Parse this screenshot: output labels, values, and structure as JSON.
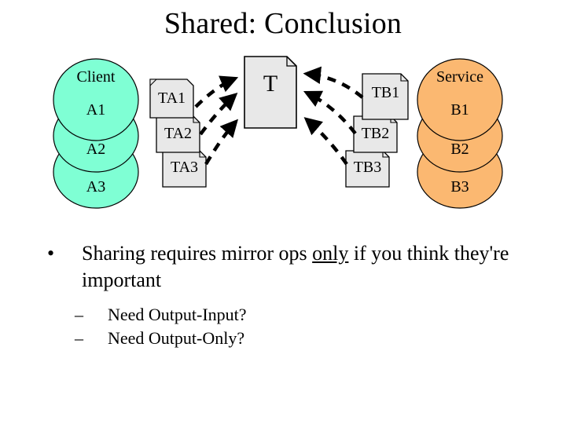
{
  "slide": {
    "title": "Shared: Conclusion",
    "background": "#ffffff"
  },
  "colors": {
    "client_fill": "#7FFFD4",
    "service_fill": "#FBB871",
    "document_fill": "#E8E8E8",
    "outline": "#000000",
    "text": "#000000"
  },
  "diagram": {
    "client_stack": {
      "title": "Client",
      "items": [
        "A1",
        "A2",
        "A3"
      ]
    },
    "service_stack": {
      "title": "Service",
      "items": [
        "B1",
        "B2",
        "B3"
      ]
    },
    "left_documents": [
      "TA1",
      "TA2",
      "TA3"
    ],
    "center_document": "T",
    "right_documents": [
      "TB1",
      "TB2",
      "TB3"
    ],
    "arrows": {
      "left_group_direction": "right",
      "right_group_direction": "left",
      "style": "dashed-curved",
      "count_each_side": 3
    }
  },
  "body": {
    "bullet_marker": "•",
    "sub_marker": "–",
    "bullets": [
      {
        "before": "Sharing requires mirror ops ",
        "emphasis": "only",
        "after": " if you think they're important"
      }
    ],
    "sub_bullets": [
      "Need Output-Input?",
      "Need Output-Only?"
    ]
  }
}
